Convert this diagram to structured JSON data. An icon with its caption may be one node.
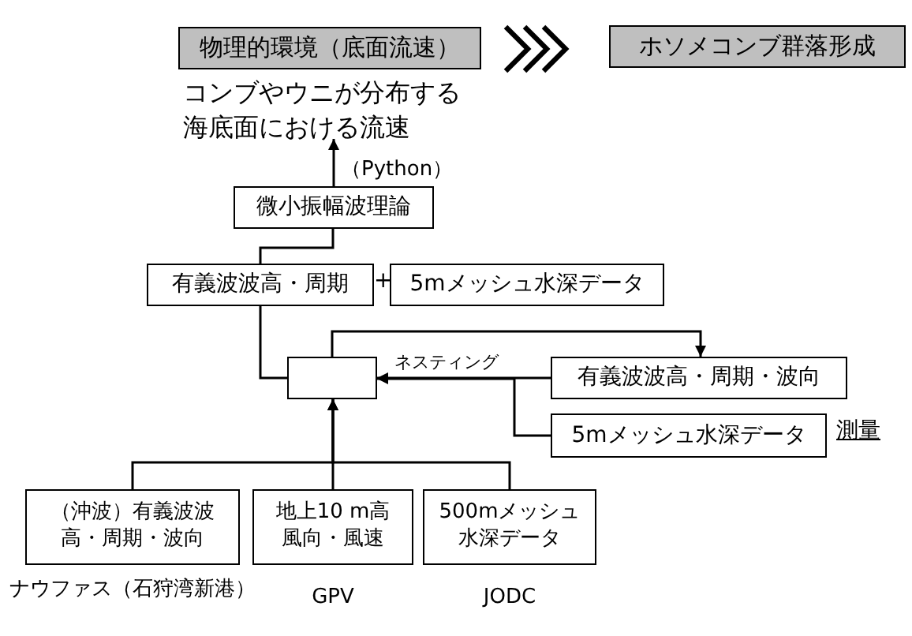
{
  "diagram": {
    "nodes": [
      {
        "text": [
          "物理的環境（底面流速）"
        ],
        "beside": [
          "コンブやウニが分布する海底面における流速"
        ]
      },
      {
        "text": [
          "ホソメコンブ群落形成"
        ]
      },
      {
        "text": [
          "微小振幅波理論"
        ]
      },
      {
        "text": [
          "有義波波高・周期"
        ]
      },
      {
        "text": [
          "5mメッシュ水深データ"
        ]
      },
      {
        "text": [],
        "shape": "box"
      },
      {
        "text": [
          "有義波波高・周期・波向"
        ]
      },
      {
        "text": [
          "5mメッシュ水深データ"
        ],
        "beside": [
          "測量"
        ]
      },
      {
        "text": [
          "（沖波）有義波波高・周期・波向"
        ],
        "beside": [
          "ナウファス（石狩湾新港）"
        ]
      },
      {
        "text": [
          "地上10 m高風向・風速"
        ],
        "beside": [
          "GPV"
        ]
      },
      {
        "text": [
          "500mメッシュ水深データ"
        ],
        "beside": [
          "JODC"
        ]
      }
    ],
    "edges": [
      {
        "from": 0,
        "to": 1,
        "arrow": "to",
        "style": "thick"
      },
      {
        "from": 2,
        "to": 0,
        "arrow": "to",
        "label": "（Python）"
      },
      {
        "from": 3,
        "to": 2,
        "arrow": "none"
      },
      {
        "from": 5,
        "to": 3,
        "arrow": "none"
      },
      {
        "from": 5,
        "to": 6,
        "arrow": "to"
      },
      {
        "from": 6,
        "to": 5,
        "arrow": "to",
        "label": "ネスティング"
      },
      {
        "from": 7,
        "to": 5,
        "arrow": "to"
      },
      {
        "from": 8,
        "to": 5,
        "arrow": "to"
      },
      {
        "from": 9,
        "to": 5,
        "arrow": "to"
      },
      {
        "from": 10,
        "to": 5,
        "arrow": "to"
      }
    ],
    "labels": [
      "+"
    ]
  }
}
